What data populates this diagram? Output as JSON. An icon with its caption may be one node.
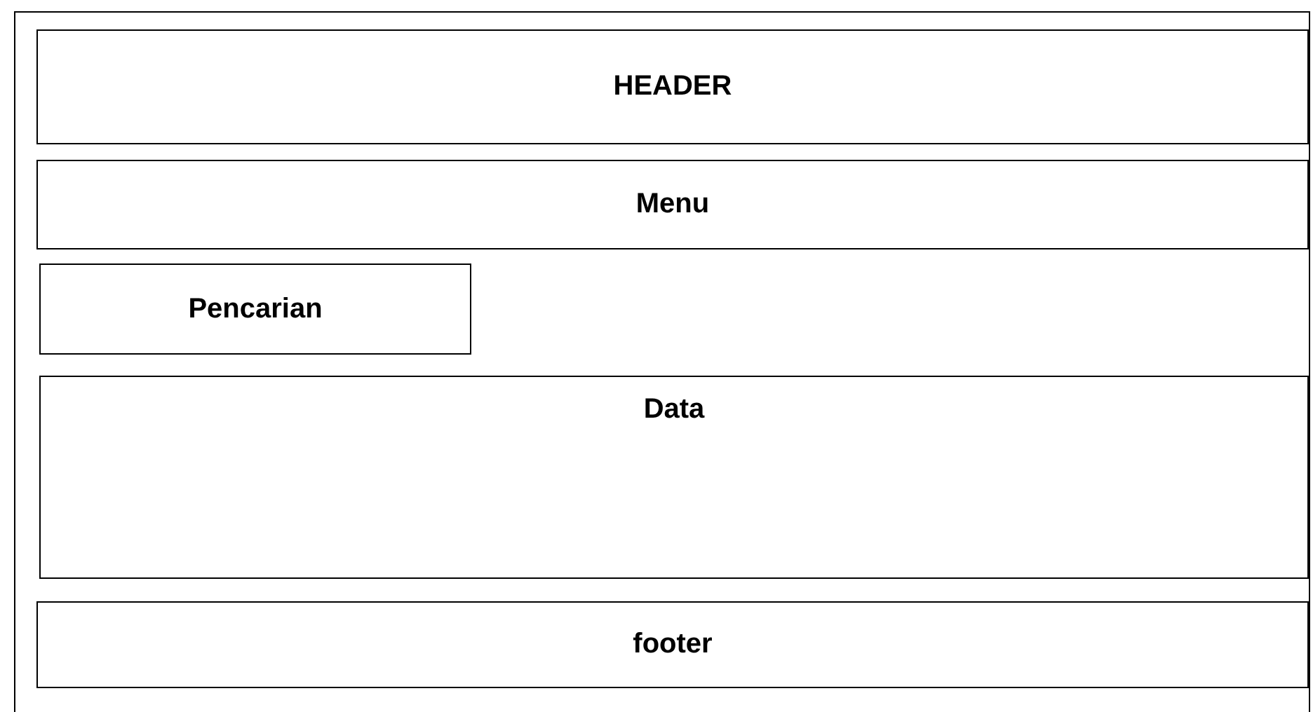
{
  "diagram": {
    "nodes": [
      {
        "text": [],
        "shape": "box"
      },
      {
        "text": [
          "HEADER"
        ],
        "in": 0
      },
      {
        "text": [
          "Menu"
        ],
        "in": 0
      },
      {
        "text": [
          "Pencarian"
        ],
        "in": 0
      },
      {
        "text": [
          "Data"
        ],
        "in": 0
      },
      {
        "text": [
          "footer"
        ],
        "in": 0
      }
    ]
  }
}
